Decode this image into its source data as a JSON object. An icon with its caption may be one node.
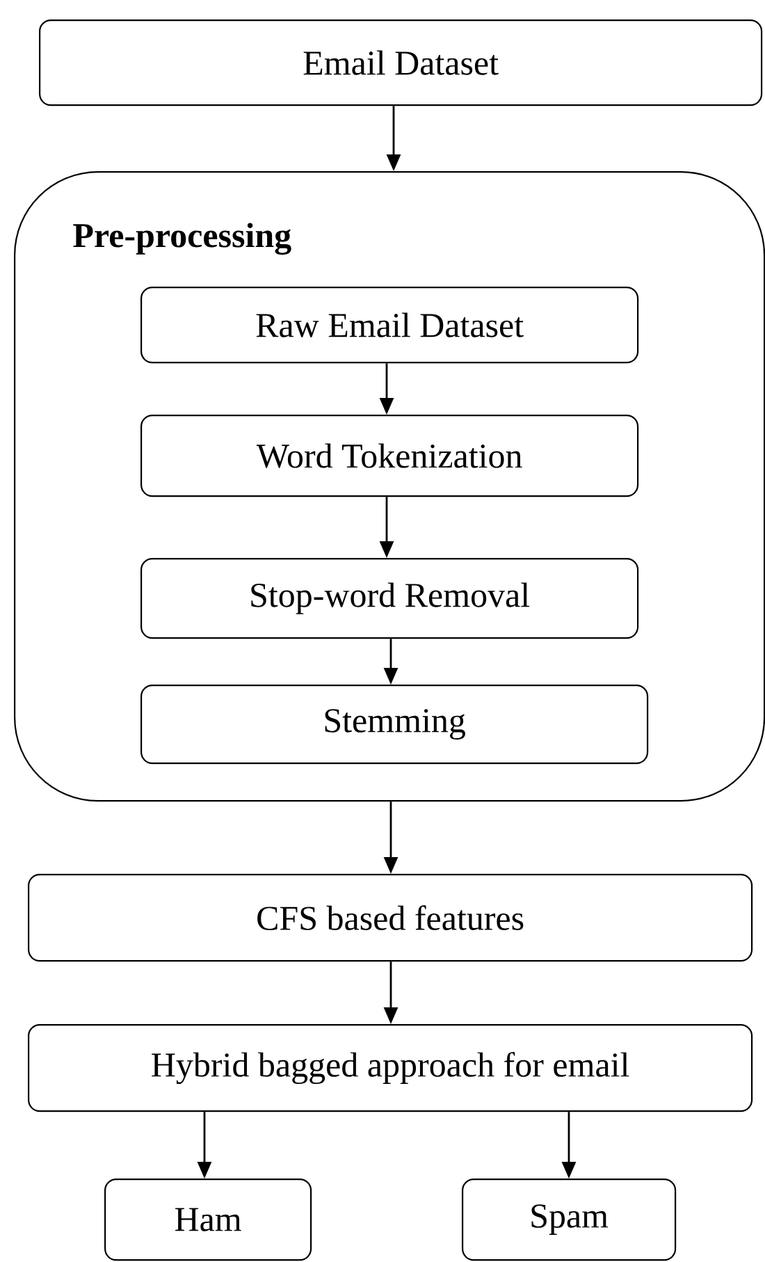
{
  "diagram": {
    "nodes": [
      {
        "text": [
          "Email Dataset"
        ]
      },
      {
        "text": [
          "Pre-processing"
        ]
      },
      {
        "text": [
          "Raw Email Dataset"
        ],
        "in": 1
      },
      {
        "text": [
          "Word Tokenization"
        ],
        "in": 1
      },
      {
        "text": [
          "Stop-word Removal"
        ],
        "in": 1
      },
      {
        "text": [
          "Stemming"
        ],
        "in": 1
      },
      {
        "text": [
          "CFS based features"
        ]
      },
      {
        "text": [
          "Hybrid bagged approach for email"
        ]
      },
      {
        "text": [
          "Ham"
        ]
      },
      {
        "text": [
          "Spam"
        ]
      }
    ],
    "edges": [
      {
        "from": 0,
        "to": 1,
        "arrow": "to"
      },
      {
        "from": 2,
        "to": 3,
        "arrow": "to"
      },
      {
        "from": 3,
        "to": 4,
        "arrow": "to"
      },
      {
        "from": 4,
        "to": 5,
        "arrow": "to"
      },
      {
        "from": 1,
        "to": 6,
        "arrow": "to"
      },
      {
        "from": 6,
        "to": 7,
        "arrow": "to"
      },
      {
        "from": 7,
        "to": 8,
        "arrow": "to"
      },
      {
        "from": 7,
        "to": 9,
        "arrow": "to"
      }
    ]
  }
}
